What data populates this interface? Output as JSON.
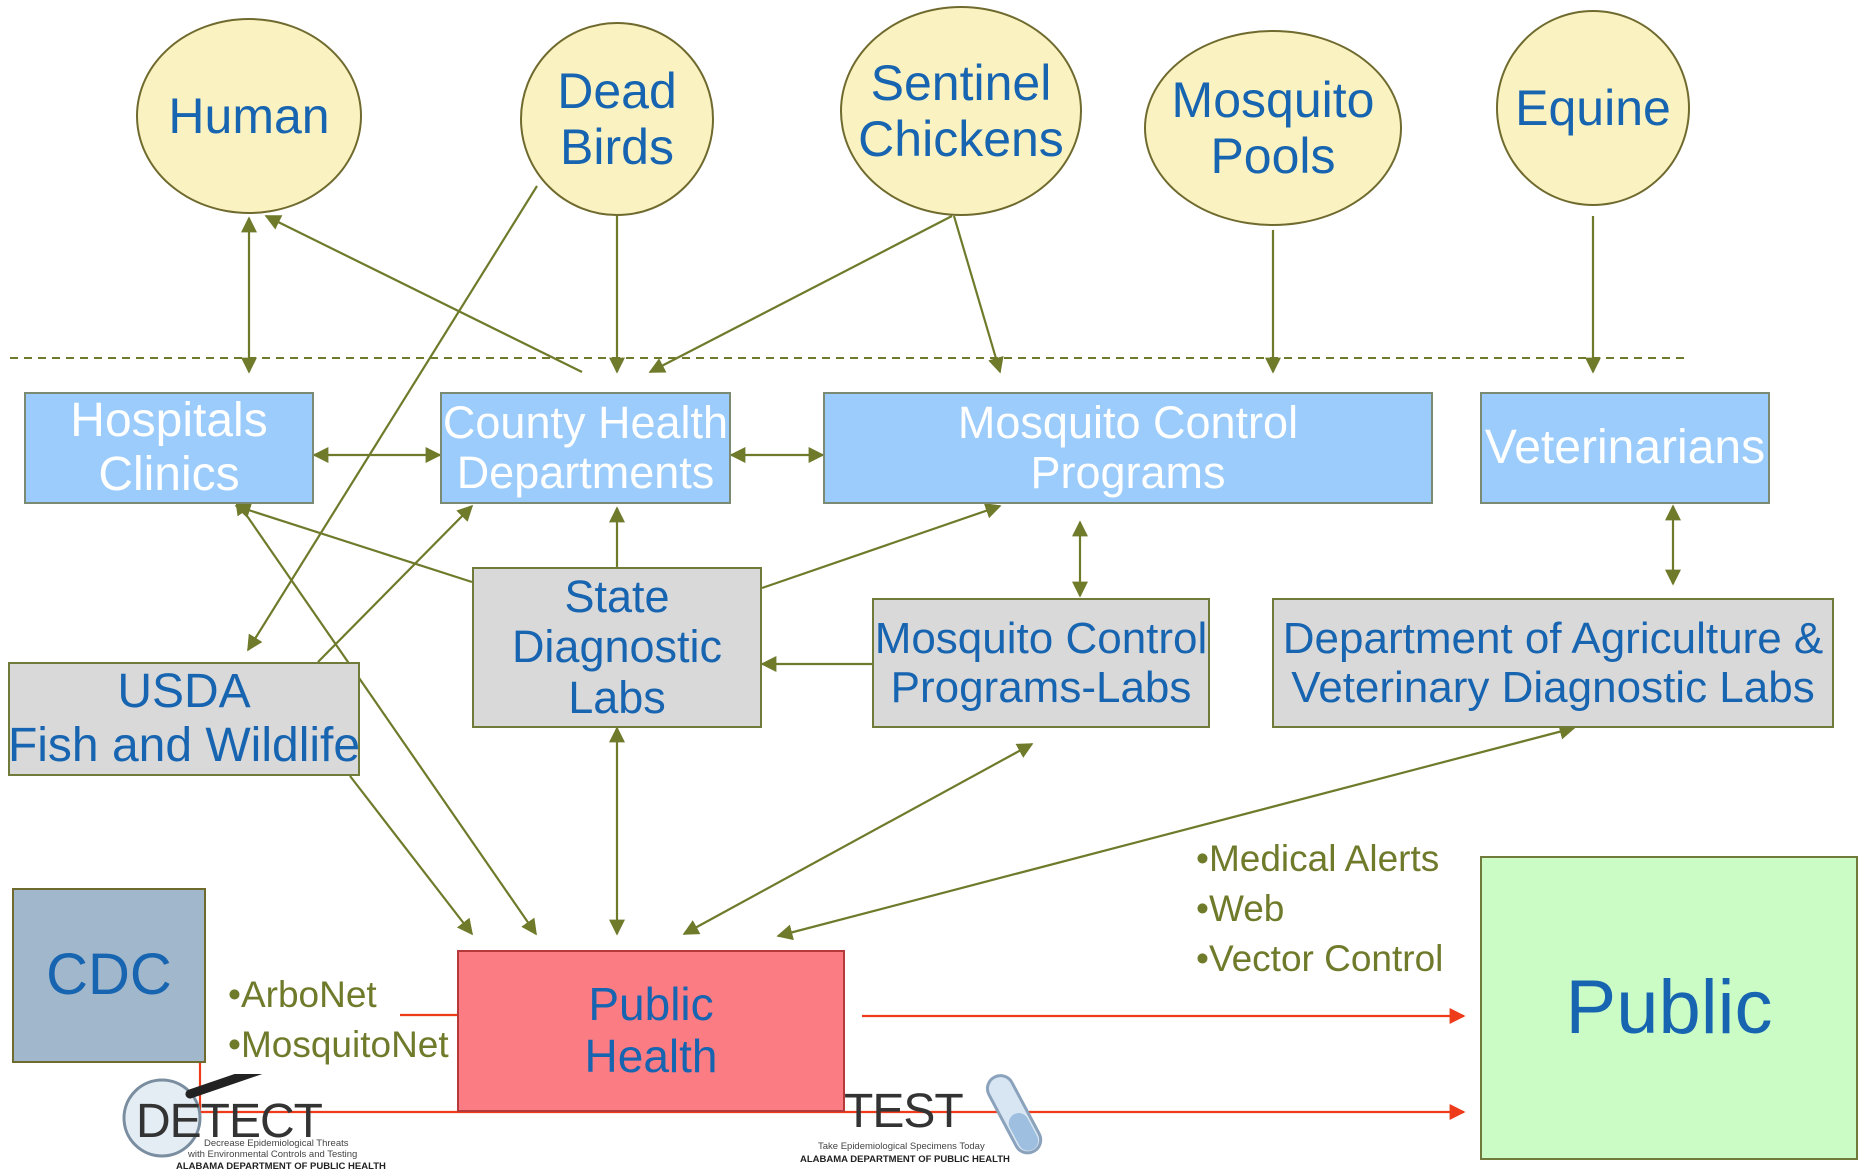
{
  "colors": {
    "arrow": "#6f7a2b",
    "report_arrow": "#ee3b1a",
    "circle_fill": "#fbf2c2",
    "provider_fill": "#9cccfb",
    "lab_fill": "#d9d9d9",
    "public_health_fill": "#fc7c84",
    "cdc_fill": "#a0b7cc",
    "public_fill": "#ccfcc6",
    "text_blue": "#1764b0"
  },
  "sources": {
    "human": "Human",
    "dead_birds": [
      "Dead",
      "Birds"
    ],
    "sentinel_chickens": [
      "Sentinel",
      "Chickens"
    ],
    "mosquito_pools": [
      "Mosquito",
      "Pools"
    ],
    "equine": "Equine"
  },
  "providers": {
    "hospitals": [
      "Hospitals",
      "Clinics"
    ],
    "county_health": [
      "County Health",
      "Departments"
    ],
    "mosquito_control": [
      "Mosquito Control",
      "Programs"
    ],
    "veterinarians": "Veterinarians"
  },
  "labs": {
    "usda": [
      "USDA",
      "Fish and Wildlife"
    ],
    "state_diagnostic": [
      "State",
      "Diagnostic",
      "Labs"
    ],
    "mosquito_labs": [
      "Mosquito Control",
      "Programs-Labs"
    ],
    "agriculture": [
      "Department of Agriculture &",
      "Veterinary Diagnostic Labs"
    ]
  },
  "reporting": {
    "cdc": "CDC",
    "public_health": [
      "Public",
      "Health"
    ],
    "public": "Public",
    "cdc_channels": [
      "•ArboNet",
      "•MosquitoNet"
    ],
    "public_channels": [
      "•Medical Alerts",
      "•Web",
      "•Vector Control"
    ]
  },
  "logos": {
    "detect": {
      "wordmark": "DETECT",
      "tagline": [
        "Decrease Epidemiological Threats",
        "with Environmental Controls and Testing"
      ],
      "org": "ALABAMA DEPARTMENT OF PUBLIC HEALTH"
    },
    "test": {
      "wordmark": "TEST",
      "tagline": "Take Epidemiological Specimens Today",
      "org": "ALABAMA DEPARTMENT OF PUBLIC HEALTH"
    }
  }
}
